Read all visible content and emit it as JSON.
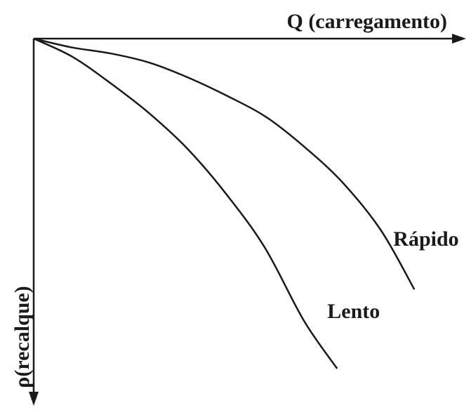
{
  "chart_data": {
    "type": "line",
    "x_axis": {
      "label": "Q (carregamento)",
      "ticks": false,
      "range": [
        0,
        10
      ]
    },
    "y_axis": {
      "label": "ρ(recalque)",
      "ticks": false,
      "inverted": true,
      "range": [
        0,
        10
      ]
    },
    "grid": false,
    "series": [
      {
        "name": "Rápido",
        "x": [
          0,
          1,
          2,
          3,
          4,
          5,
          6,
          7,
          8,
          9,
          9.86
        ],
        "y": [
          0,
          0.27,
          0.45,
          0.73,
          1.18,
          1.73,
          2.36,
          3.27,
          4.36,
          5.82,
          7.6
        ]
      },
      {
        "name": "Lento",
        "x": [
          0,
          1,
          2,
          3,
          4,
          5,
          6,
          7,
          7.86
        ],
        "y": [
          0,
          0.55,
          1.36,
          2.27,
          3.36,
          4.73,
          6.36,
          8.55,
          10.0
        ]
      }
    ]
  }
}
